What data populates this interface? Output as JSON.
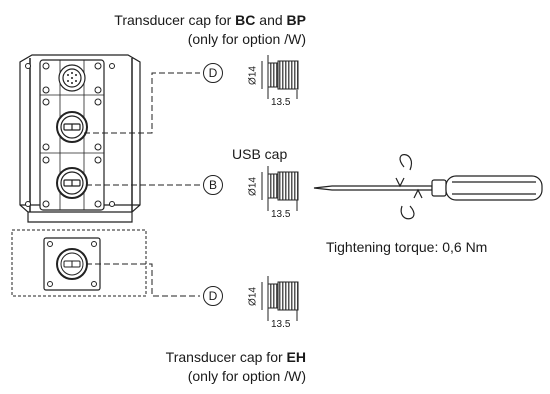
{
  "labels": {
    "top_title_prefix": "Transducer cap for ",
    "top_title_bc": "BC",
    "top_title_and": " and ",
    "top_title_bp": "BP",
    "top_subtitle": "(only for option /W)",
    "usb_cap": "USB cap",
    "torque": "Tightening torque: 0,6 Nm",
    "bottom_title_prefix": "Transducer cap for ",
    "bottom_title_eh": "EH",
    "bottom_subtitle": "(only for option /W)"
  },
  "callouts": {
    "top": "D",
    "middle": "B",
    "bottom": "D"
  },
  "dimensions": {
    "diameter": "Ø14",
    "length": "13.5"
  },
  "colors": {
    "line": "#222222",
    "background": "#ffffff"
  }
}
